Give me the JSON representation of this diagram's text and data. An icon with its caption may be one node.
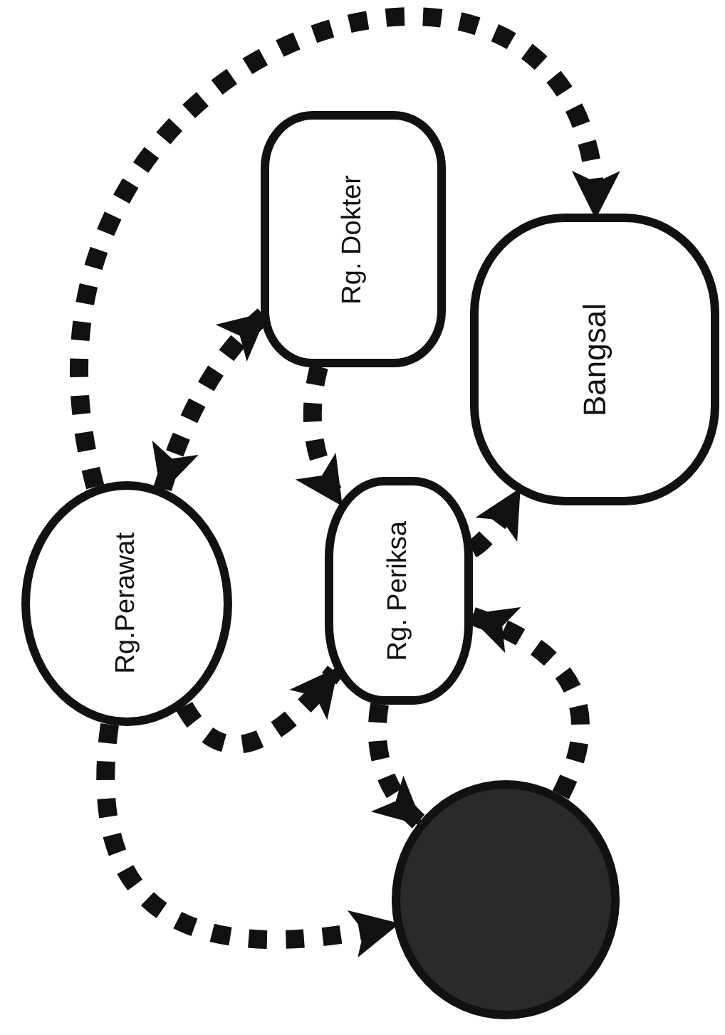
{
  "diagram": {
    "nodes": [
      {
        "text": [
          "Rg.Perawat"
        ]
      },
      {
        "text": [
          "Rg. Dokter"
        ]
      },
      {
        "text": [
          "Bangsal"
        ]
      },
      {
        "text": [
          "Rg. Periksa"
        ]
      },
      {
        "text": [],
        "shape": "circle"
      }
    ],
    "edges": [
      {
        "from": 0,
        "to": 2,
        "arrow": "to",
        "style": "dashed"
      },
      {
        "from": 0,
        "to": 1,
        "arrow": "both",
        "style": "dashed"
      },
      {
        "from": 1,
        "to": 3,
        "arrow": "to",
        "style": "dashed"
      },
      {
        "from": 3,
        "to": 2,
        "arrow": "to",
        "style": "dashed"
      },
      {
        "from": 0,
        "to": 3,
        "arrow": "to",
        "style": "dashed"
      },
      {
        "from": 3,
        "to": 4,
        "arrow": "to",
        "style": "dashed"
      },
      {
        "from": 4,
        "to": 3,
        "arrow": "to",
        "style": "dashed"
      },
      {
        "from": 0,
        "to": 4,
        "arrow": "to",
        "style": "dashed"
      }
    ]
  }
}
